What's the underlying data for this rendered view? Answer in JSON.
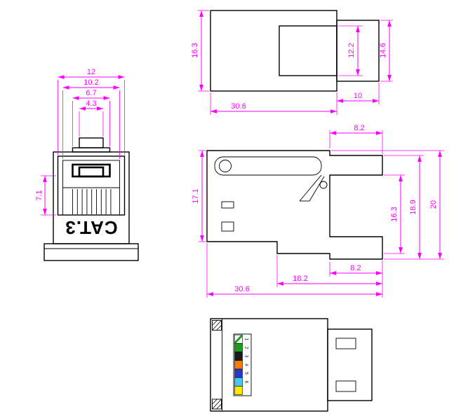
{
  "meta": {
    "background_color": "#FFFFFF",
    "outline_color": "#000000",
    "dimension_color": "#FF00FF"
  },
  "front": {
    "label": "CAT.3",
    "dim_width_overall": "12",
    "dim_width_step": "10.2",
    "dim_width_slot": "6.7",
    "dim_width_tab": "4.3",
    "dim_port_height": "7.1"
  },
  "top": {
    "dim_body_width": "16.3",
    "dim_opening_width": "12.2",
    "dim_nose_width": "14.6",
    "dim_body_length": "30.6",
    "dim_nose_length": "10"
  },
  "side": {
    "dim_nose_top_length": "8.2",
    "dim_left_height": "17.1",
    "dim_body_height": "16.3",
    "dim_mid_height": "18.9",
    "dim_overall_height": "20",
    "dim_nose_bottom_length": "8.2",
    "dim_lower_length": "18.2",
    "dim_body_length": "30.6"
  },
  "rear": {
    "wires": [
      {
        "label": "1",
        "color": "#FFFFFF",
        "stripe": "#1F9D1F"
      },
      {
        "label": "2",
        "color": "#1F9D1F"
      },
      {
        "label": "3",
        "color": "#1A1A1A"
      },
      {
        "label": "4",
        "color": "#FF7A00"
      },
      {
        "label": "5",
        "color": "#2538C8"
      },
      {
        "label": "6",
        "color": "#45C8F5"
      },
      {
        "label": "",
        "color": "#FFE600"
      }
    ]
  }
}
